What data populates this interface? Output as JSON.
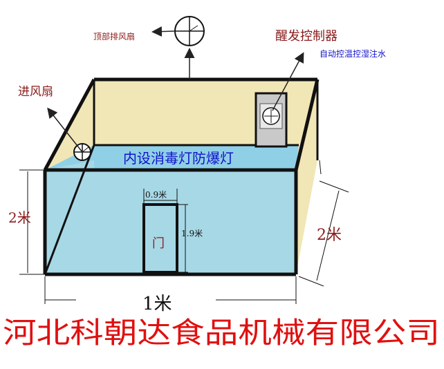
{
  "labels": {
    "top_fan": "顶部排风扇",
    "controller": "醒发控制器",
    "controller_sub": "自动控温控湿注水",
    "intake_fan": "进风扇",
    "lamp_banner": "内设消毒灯防爆灯",
    "door_width": "0.9米",
    "door_height": "1.9米",
    "door": "门",
    "height_left": "2米",
    "depth_right": "2米",
    "width_bottom": "1米",
    "company": "河北科朝达食品机械有限公司"
  },
  "colors": {
    "wall_beige": "#f1e6b5",
    "front_blue": "#a7d8e6",
    "banner_blue": "#8fd0e6",
    "frame": "#111111",
    "label_red": "#8b1a1a",
    "label_blue": "#1111cc",
    "company_red": "#e01010",
    "controller_gray": "#c9c9c9"
  },
  "icons": [
    "fan-icon",
    "controller-panel-icon",
    "arrow-icon"
  ]
}
